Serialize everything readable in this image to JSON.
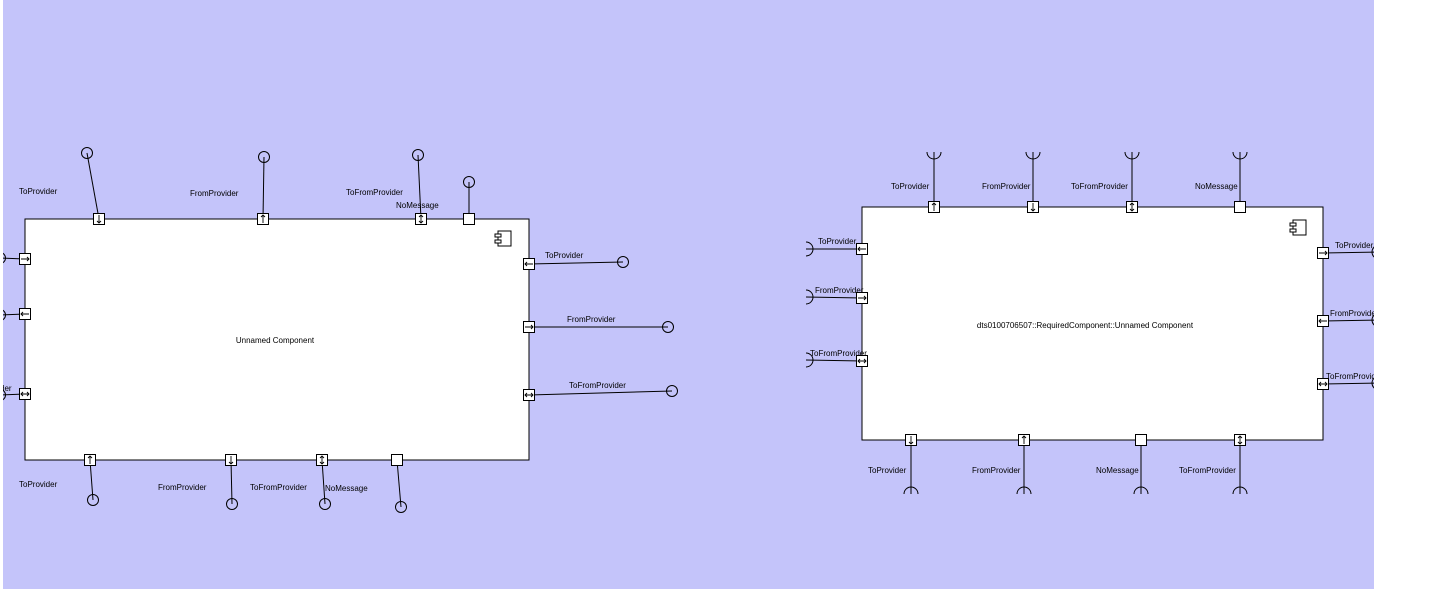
{
  "colors": {
    "canvas": "#c4c4fa",
    "outside": "#ffffff",
    "component_fill": "#ffffff",
    "stroke": "#000000"
  },
  "components": [
    {
      "name": "Unnamed Component",
      "icon": "component-icon",
      "ports": [
        {
          "side": "top",
          "label": "ToProvider",
          "arrow": "down",
          "interface": "provided"
        },
        {
          "side": "top",
          "label": "FromProvider",
          "arrow": "up",
          "interface": "provided"
        },
        {
          "side": "top",
          "label": "ToFromProvider",
          "arrow": "updown",
          "interface": "provided"
        },
        {
          "side": "top",
          "label": "NoMessage",
          "arrow": "none",
          "interface": "provided"
        },
        {
          "side": "left",
          "label": "",
          "arrow": "right",
          "interface": "provided"
        },
        {
          "side": "left",
          "label": "",
          "arrow": "left",
          "interface": "provided"
        },
        {
          "side": "left",
          "label": "der",
          "arrow": "leftright",
          "interface": "provided"
        },
        {
          "side": "right",
          "label": "ToProvider",
          "arrow": "left",
          "interface": "provided"
        },
        {
          "side": "right",
          "label": "FromProvider",
          "arrow": "right",
          "interface": "provided"
        },
        {
          "side": "right",
          "label": "ToFromProvider",
          "arrow": "leftright",
          "interface": "provided"
        },
        {
          "side": "bottom",
          "label": "ToProvider",
          "arrow": "up",
          "interface": "provided"
        },
        {
          "side": "bottom",
          "label": "FromProvider",
          "arrow": "down",
          "interface": "provided"
        },
        {
          "side": "bottom",
          "label": "ToFromProvider",
          "arrow": "updown",
          "interface": "provided"
        },
        {
          "side": "bottom",
          "label": "NoMessage",
          "arrow": "none",
          "interface": "provided"
        }
      ]
    },
    {
      "name": "dts0100706507::RequiredComponent::Unnamed Component",
      "icon": "component-icon",
      "ports": [
        {
          "side": "top",
          "label": "ToProvider",
          "arrow": "up",
          "interface": "required"
        },
        {
          "side": "top",
          "label": "FromProvider",
          "arrow": "down",
          "interface": "required"
        },
        {
          "side": "top",
          "label": "ToFromProvider",
          "arrow": "updown",
          "interface": "required"
        },
        {
          "side": "top",
          "label": "NoMessage",
          "arrow": "none",
          "interface": "required"
        },
        {
          "side": "left",
          "label": "ToProvider",
          "arrow": "left",
          "interface": "required"
        },
        {
          "side": "left",
          "label": "FromProvider",
          "arrow": "right",
          "interface": "required"
        },
        {
          "side": "left",
          "label": "ToFromProvider",
          "arrow": "leftright",
          "interface": "required"
        },
        {
          "side": "right",
          "label": "ToProvider",
          "arrow": "right",
          "interface": "required"
        },
        {
          "side": "right",
          "label": "FromProvider",
          "arrow": "left",
          "interface": "required"
        },
        {
          "side": "right",
          "label": "ToFromProvider",
          "arrow": "leftright",
          "interface": "required"
        },
        {
          "side": "bottom",
          "label": "ToProvider",
          "arrow": "down",
          "interface": "required"
        },
        {
          "side": "bottom",
          "label": "FromProvider",
          "arrow": "up",
          "interface": "required"
        },
        {
          "side": "bottom",
          "label": "NoMessage",
          "arrow": "none",
          "interface": "required"
        },
        {
          "side": "bottom",
          "label": "ToFromProvider",
          "arrow": "updown",
          "interface": "required"
        }
      ]
    }
  ]
}
